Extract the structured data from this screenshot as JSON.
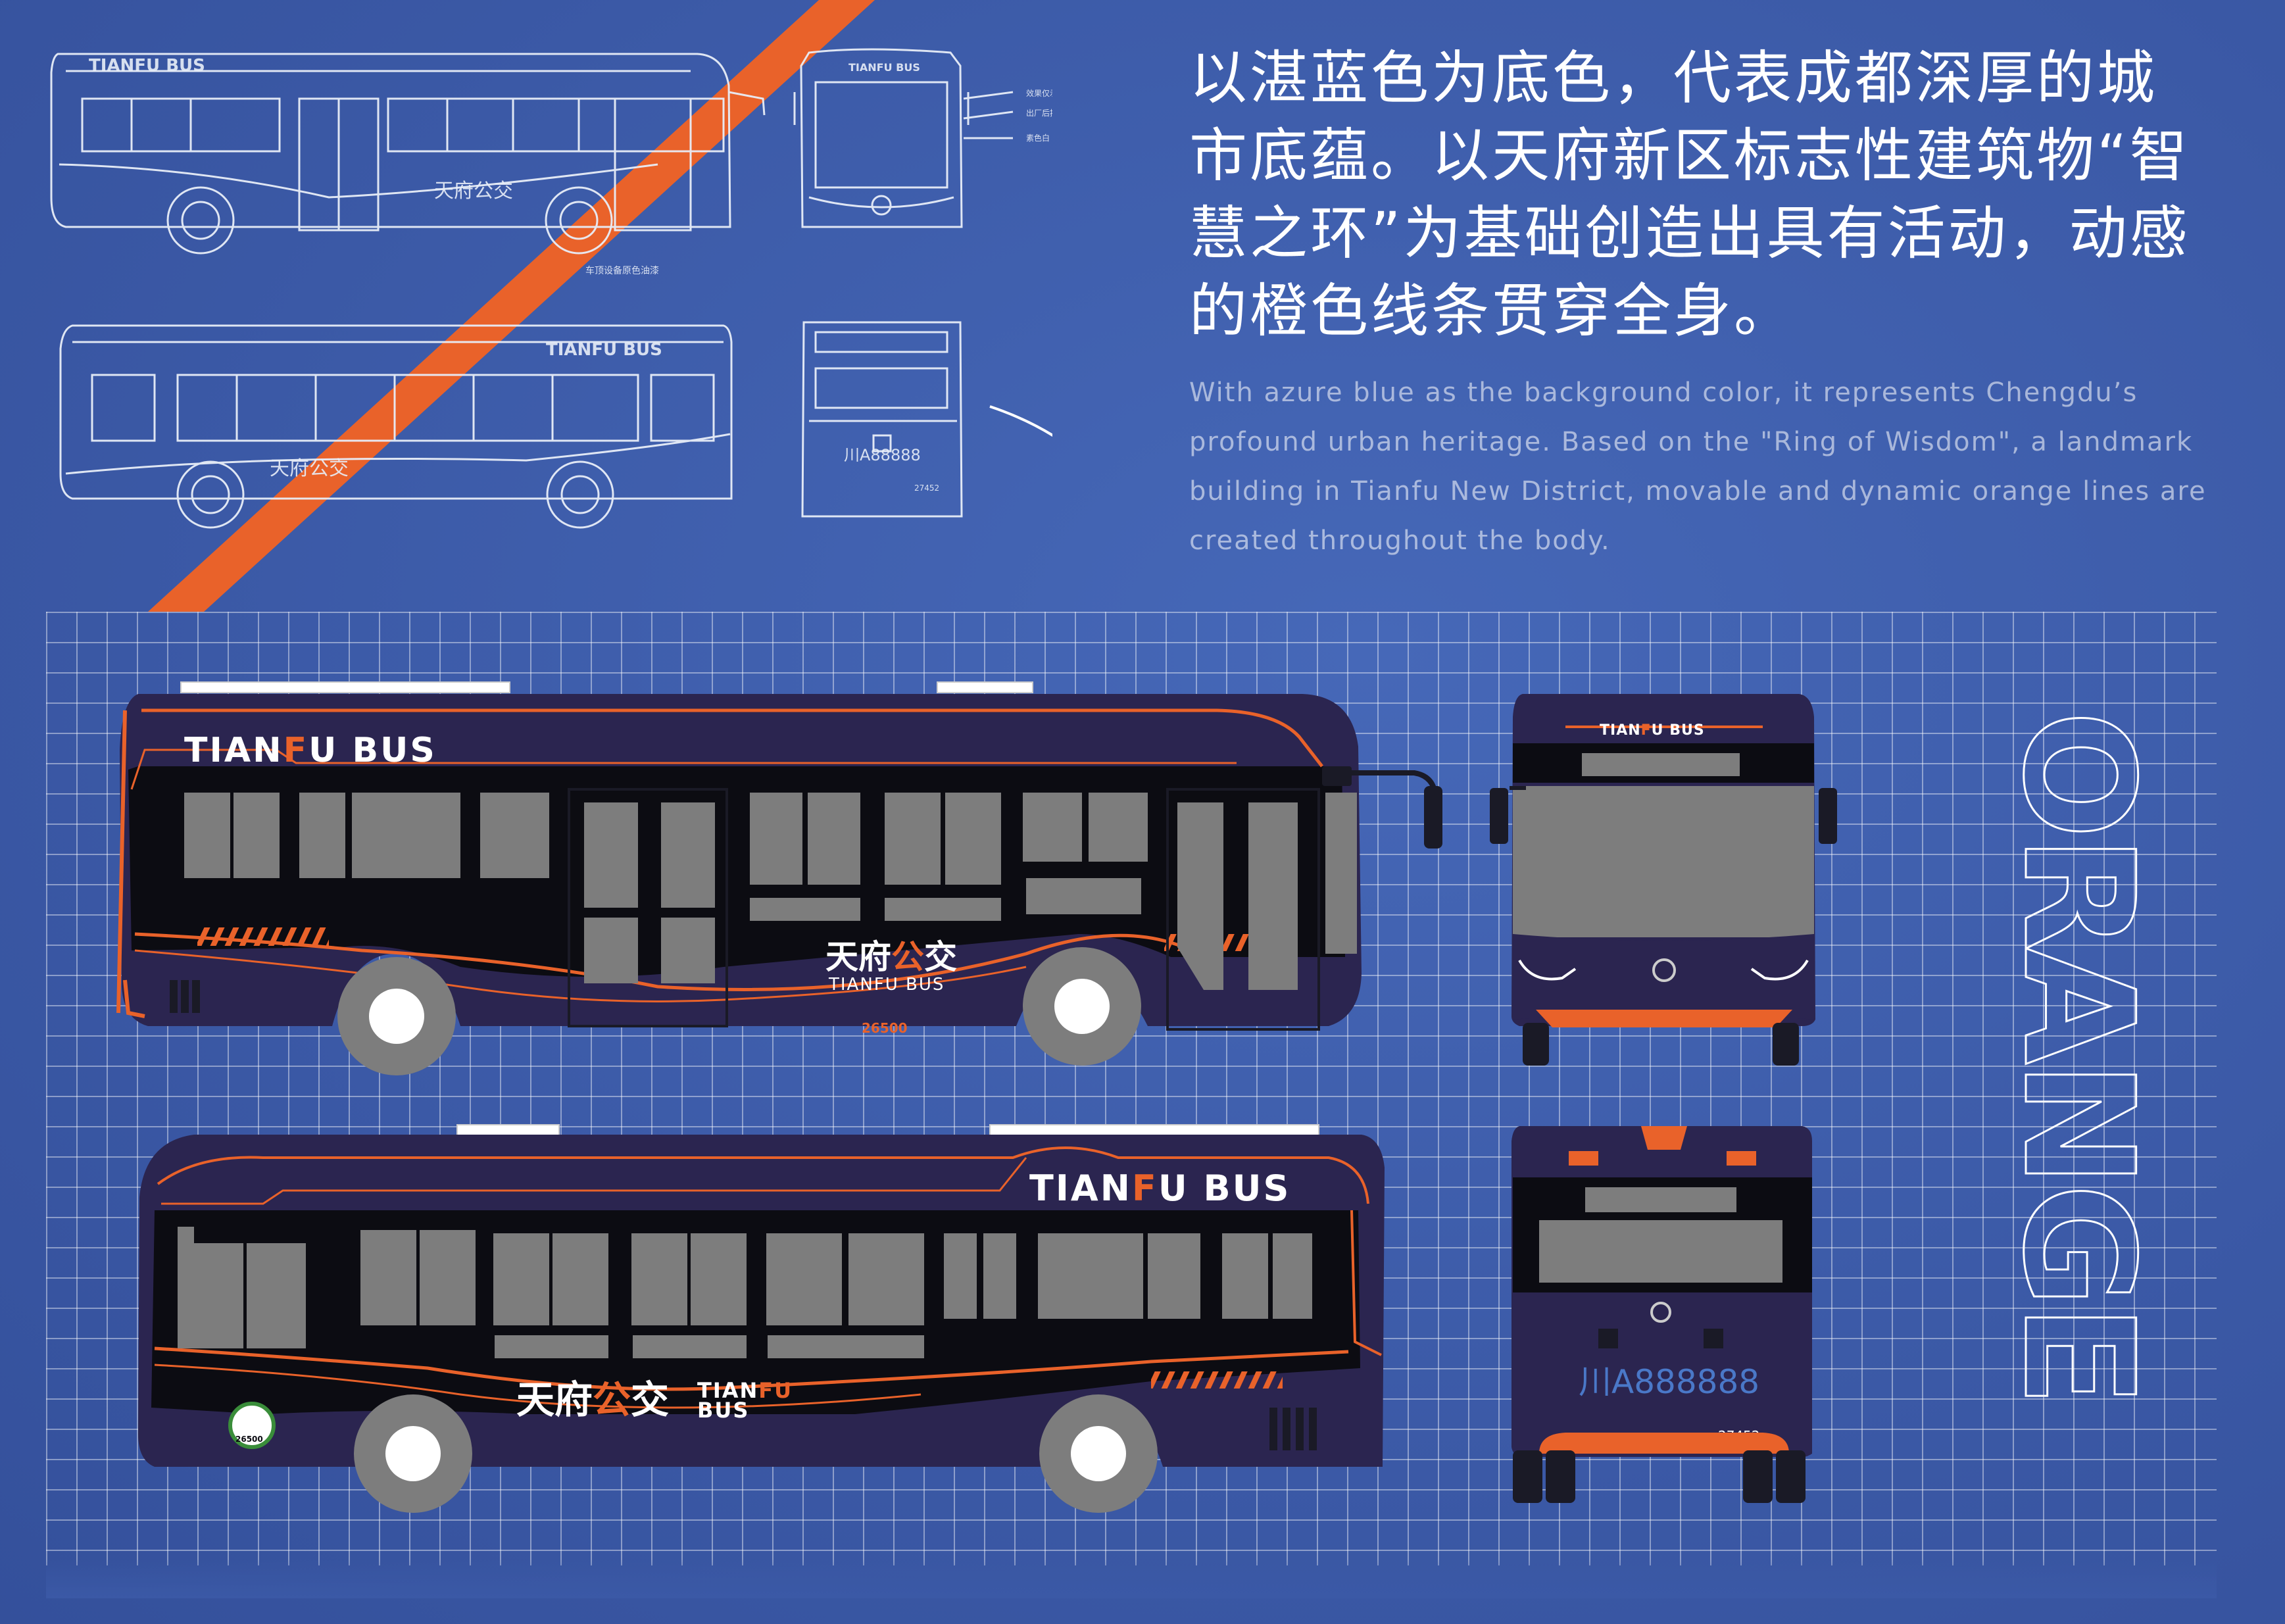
{
  "heading_zh": {
    "lines": [
      "以湛蓝色为底色，代表成都深厚的城",
      "市底蕴。以天府新区标志性建筑物“智",
      "慧之环”为基础创造出具有活动，动感",
      "的橙色线条贯穿全身。"
    ]
  },
  "heading_en": {
    "lines": [
      "With azure blue as the background color, it represents Chengdu’s",
      "profound urban heritage. Based on the \"Ring of Wisdom\", a landmark",
      "building in Tianfu New District, movable and dynamic orange lines are",
      "created throughout the body."
    ]
  },
  "vertical_word": "ORANGE",
  "brand": {
    "en_a": "TIAN",
    "en_f": "F",
    "en_b": "U BUS",
    "zh_a": "天府",
    "zh_b": "公",
    "zh_c": "交",
    "zh_sub": "TIANFU BUS",
    "stack_a": "TIAN",
    "stack_b": "FU",
    "stack_c": "BUS"
  },
  "bus": {
    "fleet_left": "26500",
    "badge_number": "26500",
    "rear_number": "27452",
    "plate": "川A888888"
  },
  "sketch": {
    "brand": "TIANFU BUS",
    "zh": "天府公交",
    "note_1": "效果仅示意",
    "note_2": "出厂后按标准流程喷漆",
    "note_3": "素色白",
    "roof_note": "车顶设备原色油漆",
    "plate": "川A88888",
    "rear_number": "27452"
  },
  "colors": {
    "background": "#3d5ca8",
    "body": "#2b2550",
    "window": "#7d7d7d",
    "accent": "#e9622a",
    "black": "#0c0c12"
  }
}
